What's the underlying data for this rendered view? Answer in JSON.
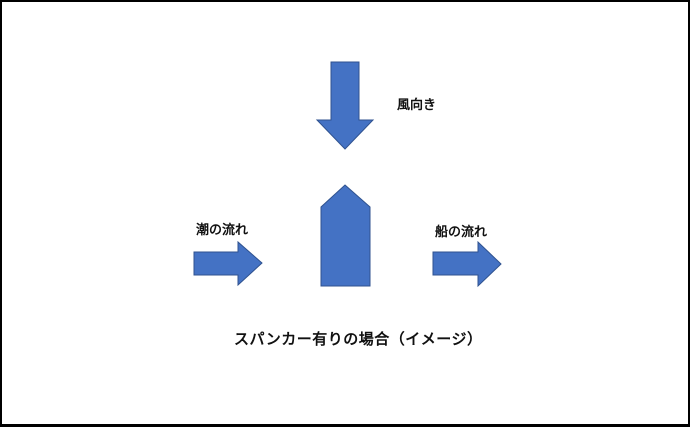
{
  "diagram": {
    "title": "スパンカー有りの場合（イメージ）",
    "colors": {
      "shape_fill": "#4472C4",
      "shape_stroke": "#2F528F",
      "text": "#111111",
      "background": "#FFFFFF",
      "border": "#000000"
    },
    "nodes": [
      {
        "id": "wind",
        "label": "風向き",
        "shape": "arrow-down"
      },
      {
        "id": "tide",
        "label": "潮の流れ",
        "shape": "arrow-right"
      },
      {
        "id": "boat",
        "label": "",
        "shape": "pentagon-up"
      },
      {
        "id": "ship_flow",
        "label": "船の流れ",
        "shape": "arrow-right"
      }
    ]
  },
  "labels": {
    "wind": "風向き",
    "tide": "潮の流れ",
    "ship_flow": "船の流れ",
    "caption": "スパンカー有りの場合（イメージ）"
  }
}
